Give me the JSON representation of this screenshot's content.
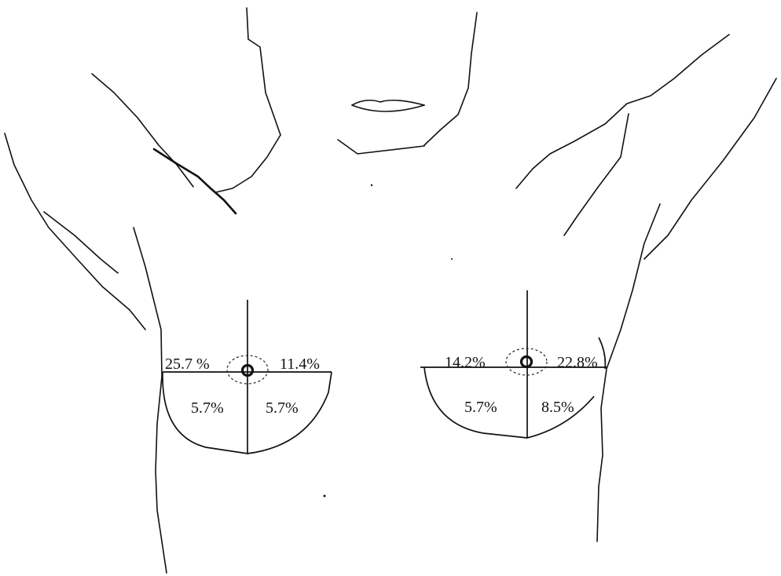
{
  "breasts": {
    "right": {
      "upper_outer": "25.7 %",
      "upper_inner": "11.4%",
      "lower_outer": "5.7%",
      "lower_inner": "5.7%"
    },
    "left": {
      "upper_inner": "14.2%",
      "upper_outer": "22.8%",
      "lower_inner": "5.7%",
      "lower_outer": "8.5%"
    }
  },
  "colors": {
    "ink": "#111111",
    "background": "#ffffff"
  }
}
